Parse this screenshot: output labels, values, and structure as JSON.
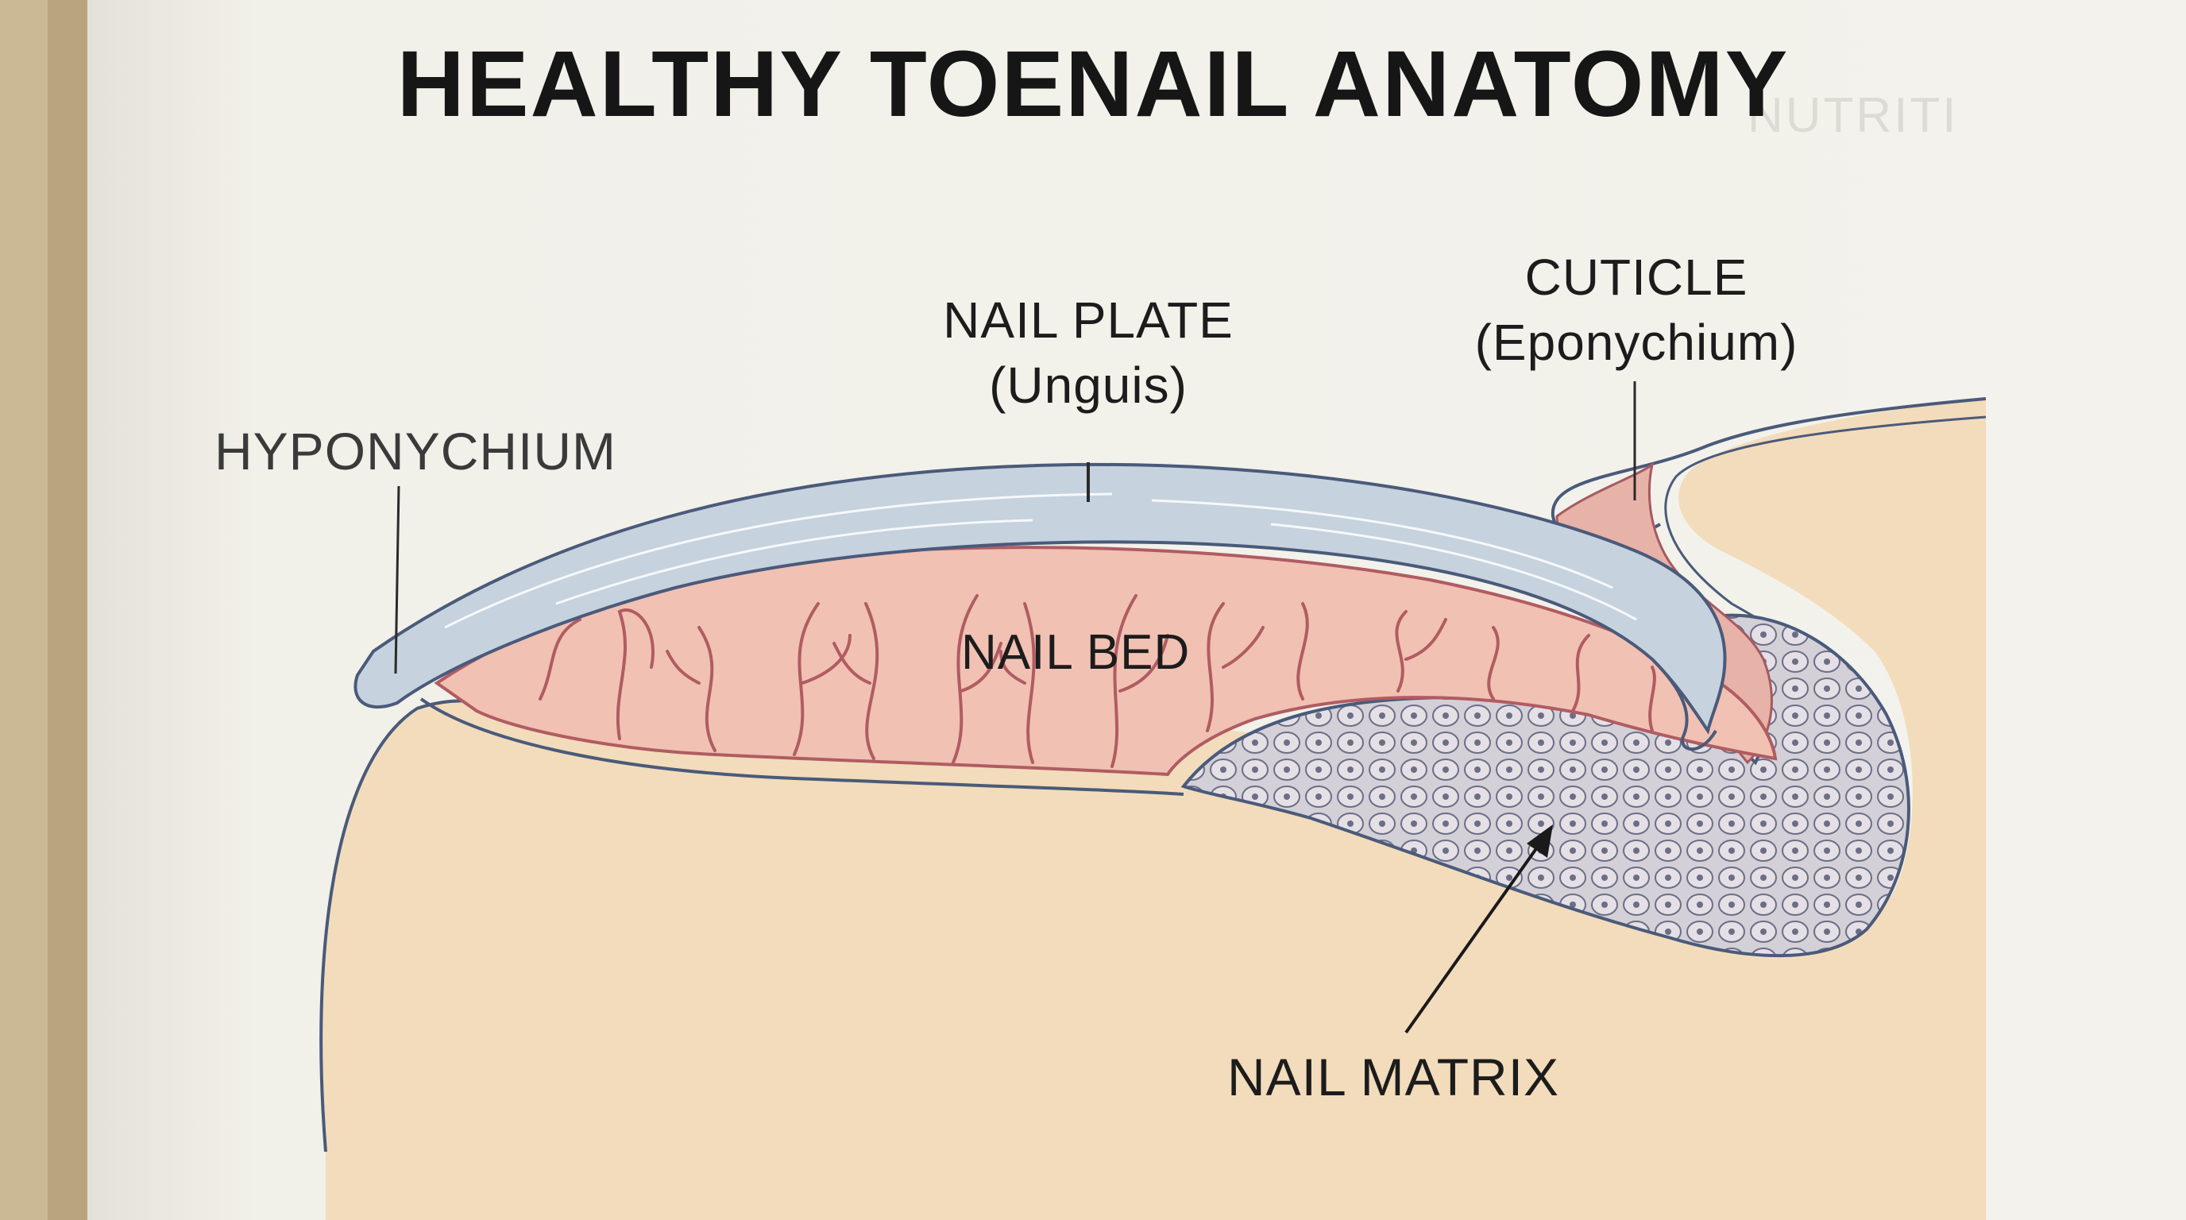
{
  "diagram": {
    "title": "HEALTHY TOENAIL ANATOMY",
    "ghost_text": "NUTRITI",
    "labels": {
      "hyponychium": "HYPONYCHIUM",
      "nail_plate": "NAIL PLATE",
      "nail_plate_sub": "(Unguis)",
      "cuticle": "CUTICLE",
      "cuticle_sub": "(Eponychium)",
      "nail_bed": "NAIL BED",
      "nail_matrix": "NAIL MATRIX"
    }
  },
  "colors": {
    "page": "#f1f0e9",
    "book_edge": "#cbb894",
    "skin": "#f2dcbb",
    "nail_plate": "#c6d2de",
    "nail_bed": "#f1c1b3",
    "vessel": "#b05c62",
    "matrix": "#d2ced7",
    "outline": "#4a5a7a",
    "label_text": "#1c1c1c"
  }
}
